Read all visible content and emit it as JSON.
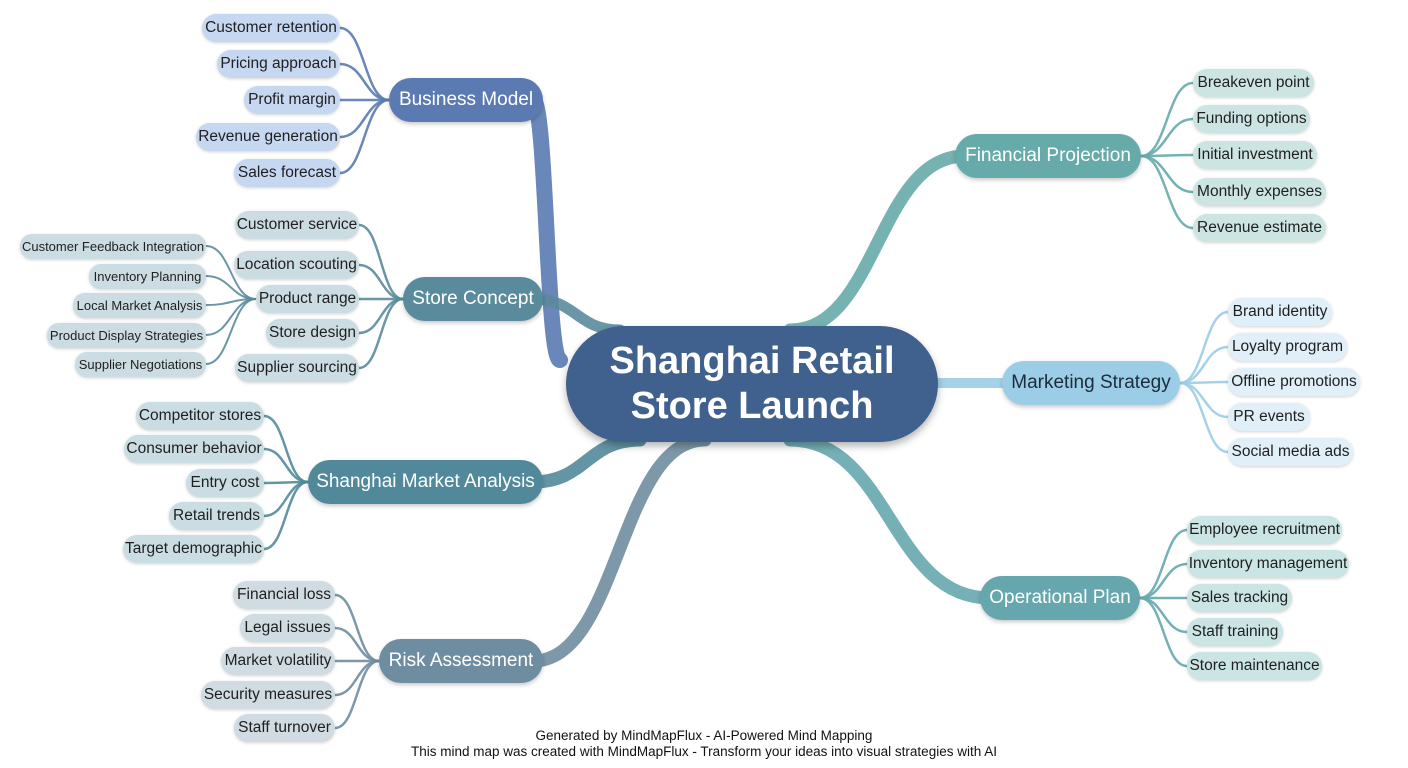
{
  "central_topic": {
    "line1": "Shanghai Retail",
    "line2": "Store Launch"
  },
  "branches": {
    "business_model": {
      "label": "Business Model",
      "items": [
        "Customer retention",
        "Pricing approach",
        "Profit margin",
        "Revenue generation",
        "Sales forecast"
      ]
    },
    "store_concept": {
      "label": "Store Concept",
      "items": [
        "Customer service",
        "Location scouting",
        "Product range",
        "Store design",
        "Supplier sourcing"
      ],
      "product_range_children": [
        "Customer Feedback Integration",
        "Inventory Planning",
        "Local Market Analysis",
        "Product Display Strategies",
        "Supplier Negotiations"
      ]
    },
    "market_analysis": {
      "label": "Shanghai Market Analysis",
      "items": [
        "Competitor stores",
        "Consumer behavior",
        "Entry cost",
        "Retail trends",
        "Target demographic"
      ]
    },
    "risk_assessment": {
      "label": "Risk Assessment",
      "items": [
        "Financial loss",
        "Legal issues",
        "Market volatility",
        "Security measures",
        "Staff turnover"
      ]
    },
    "financial_projection": {
      "label": "Financial Projection",
      "items": [
        "Breakeven point",
        "Funding options",
        "Initial investment",
        "Monthly expenses",
        "Revenue estimate"
      ]
    },
    "marketing_strategy": {
      "label": "Marketing Strategy",
      "items": [
        "Brand identity",
        "Loyalty program",
        "Offline promotions",
        "PR events",
        "Social media ads"
      ]
    },
    "operational_plan": {
      "label": "Operational Plan",
      "items": [
        "Employee recruitment",
        "Inventory management",
        "Sales tracking",
        "Staff training",
        "Store maintenance"
      ]
    }
  },
  "colors": {
    "center": "#40608e",
    "business_model": "#5a7ab1",
    "business_model_leaf": "#c6d7f1",
    "store_concept": "#5a8b9c",
    "store_concept_leaf": "#cbdce2",
    "market_analysis": "#52899a",
    "market_analysis_leaf": "#cadde3",
    "risk_assessment": "#6f8da0",
    "risk_assessment_leaf": "#d0dbe2",
    "financial_projection": "#67aaaa",
    "financial_projection_leaf": "#cce5e3",
    "marketing_strategy": "#9ccde7",
    "marketing_strategy_leaf": "#e0eff8",
    "operational_plan": "#66a7ae",
    "operational_plan_leaf": "#cbe4e4"
  },
  "footer": {
    "line1": "Generated by MindMapFlux - AI-Powered Mind Mapping",
    "line2": "This mind map was created with MindMapFlux - Transform your ideas into visual strategies with AI"
  }
}
